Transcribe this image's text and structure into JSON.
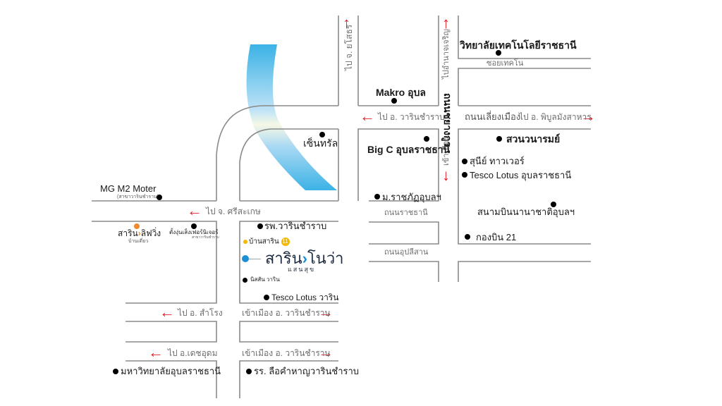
{
  "colors": {
    "road": "#8a8a8a",
    "arrow": "#e3202b",
    "river_dark": "#3bb2e6",
    "river_light": "#b7def5",
    "brand_blue": "#1a8fd6",
    "brand_orange": "#f08a2c",
    "badge_yellow": "#f5b800"
  },
  "roads": {
    "to_yasothon": "ไป จ. ยโสธร",
    "to_amnat": "ไปอำนาจเจริญ",
    "chayangkun": "ถนนชยางกูร",
    "to_city_down": "เข้าเมือง",
    "soi_techno": "ซอยเทคโน",
    "to_warin_top": "ไป อ. วารินชำราบ",
    "liang_mueang": "ถนนเลี่ยงเมือง",
    "to_phibun": "ไป อ. พิบูลมังสาหาร",
    "to_sisaket": "ไป จ. ศรีสะเกษ",
    "ratchathani": "ถนนราชธานี",
    "uppalisan": "ถนนอุปลีสาน",
    "to_samrong": "ไป อ. สำโรง",
    "to_city_warin_1": "เข้าเมือง อ. วารินชำราบ",
    "to_det_udom": "ไป อ.เดชอุดม",
    "to_city_warin_2": "เข้าเมือง อ. วารินชำราบ"
  },
  "places": {
    "techno_college": "วิทยาลัยเทคโนโลยีราชธานี",
    "makro": "Makro อุบล",
    "central": "เซ็นทรัล",
    "big_c": "Big C อุบลราชธานี",
    "rajabhat": "ม.ราชภัฏอุบลฯ",
    "suan_nareumon": "สวนวนารมย์",
    "sunee_tower": "สุนีย์ ทาวเวอร์",
    "tesco_ubon": "Tesco Lotus อุบลราชธานี",
    "airport": "สนามบินนานาชาติอุบลฯ",
    "wing21": "กองบิน 21",
    "mg": "MG M2 Moter",
    "mg_branch": "(สาขาวารินชำราบ)",
    "sarin_living_a": "สาริน",
    "sarin_living_b": "ลิฟวิ่ง",
    "sarin_living_sub": "บ้านเดี่ยว",
    "furniture": "ตั้งงุ่นเส็งเฟอร์นิเจอร์",
    "furniture_sub": "สาขาวารินชำราบ",
    "warin_hospital": "รพ.วารินชำราบ",
    "baan_sarin": "บ้านสาริน",
    "baan_sarin_badge": "11",
    "sarin_nova_a": "สาริน",
    "sarin_nova_b": "โนว่า",
    "sarin_nova_sub": "แสนสุข",
    "nissan": "นิสสัน วาริน",
    "tesco_warin": "Tesco Lotus วาริน",
    "ubon_university": "มหาวิทยาลัยอุบลราชธานี",
    "lue_school": "รร. ลือคำหาญวารินชำราบ"
  },
  "icons": {
    "arrow_up": "↑",
    "arrow_down": "↓",
    "arrow_left": "←",
    "arrow_right": "→",
    "chevron": "›"
  }
}
